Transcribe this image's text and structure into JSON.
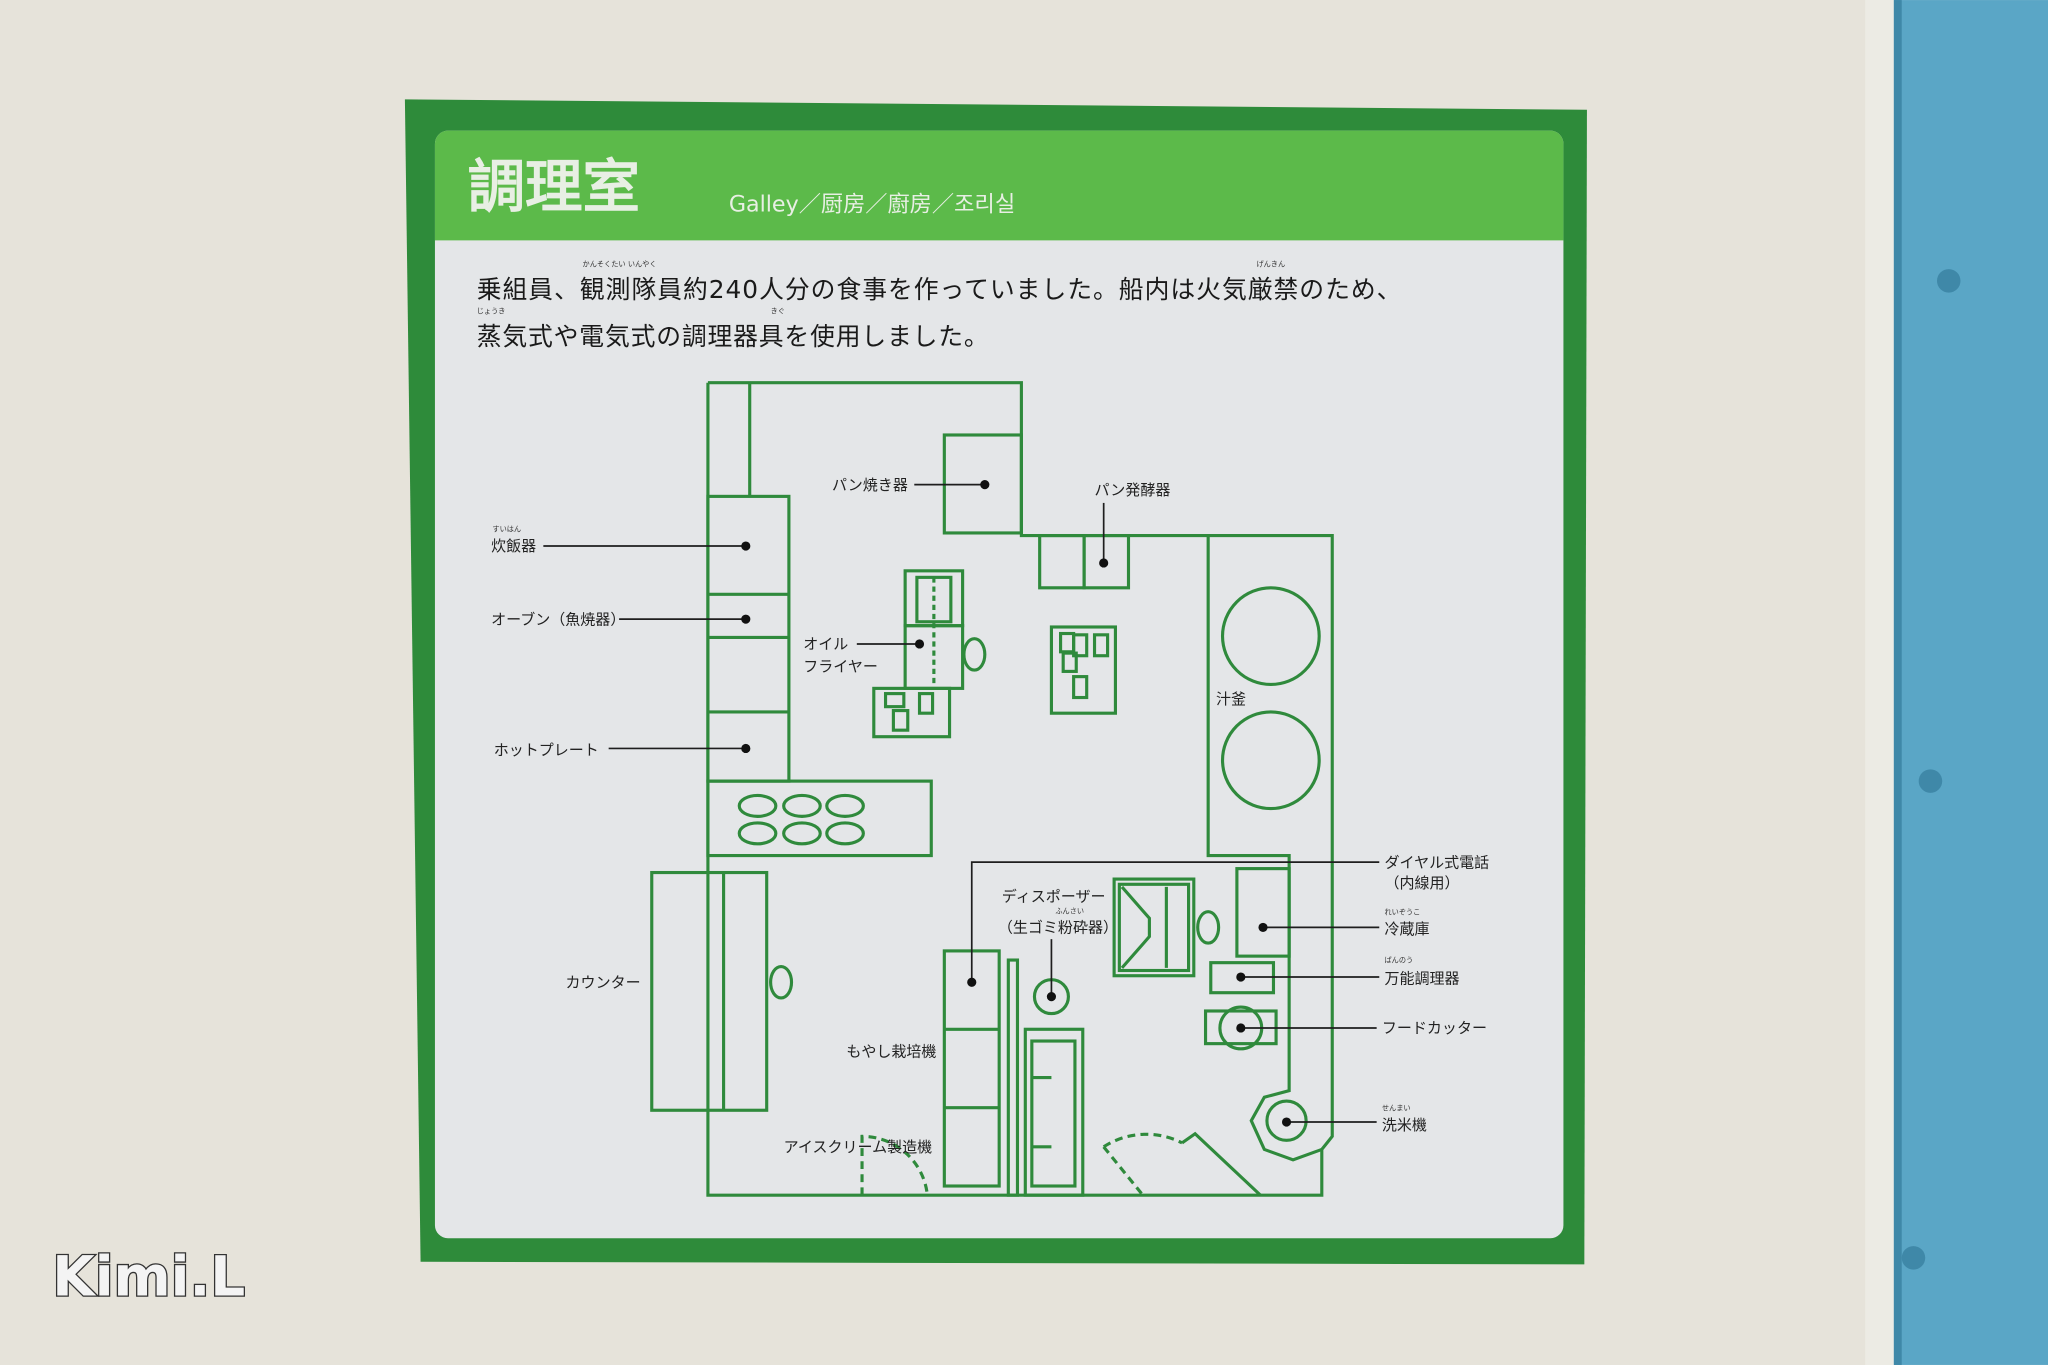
{
  "sign": {
    "title": "調理室",
    "subtitle": "Galley／厨房／廚房／조리실",
    "description_line1": "乗組員、観測隊員約240人分の食事を作っていました。船内は火気厳禁のため、",
    "description_line2": "蒸気式や電気式の調理器具を使用しました。",
    "ruby": {
      "kansokutai_inyaku": "かんそくたい いんやく",
      "genkin": "げんきん",
      "jouki": "じょうき",
      "kigu": "きぐ",
      "suihan": "すいはん",
      "reizouko": "れいぞうこ",
      "bannou": "ばんのう",
      "senmai": "せんまい",
      "funsai": "ふんさい"
    }
  },
  "floor_plan": {
    "labels": {
      "rice_cooker": "炊飯器",
      "oven": "オーブン（魚焼器）",
      "hot_plate": "ホットプレート",
      "bread_oven": "パン焼き器",
      "bread_fermenter": "パン発酵器",
      "oil_fryer_1": "オイル",
      "oil_fryer_2": "フライヤー",
      "soup_kettle": "汁釜",
      "counter": "カウンター",
      "disposer_1": "ディスポーザー",
      "disposer_2": "（生ゴミ粉砕器）",
      "dial_phone_1": "ダイヤル式電話",
      "dial_phone_2": "（内線用）",
      "refrigerator": "冷蔵庫",
      "multi_cooker": "万能調理器",
      "food_cutter": "フードカッター",
      "rice_washer": "洗米機",
      "sprout_grower": "もやし栽培機",
      "ice_cream_maker": "アイスクリーム製造機"
    }
  },
  "watermark": "Kimi.L",
  "colors": {
    "frame_green": "#2e8b3a",
    "header_green": "#5cba4a",
    "line_green": "#2f8a3c",
    "door_blue": "#5aa6c6"
  }
}
